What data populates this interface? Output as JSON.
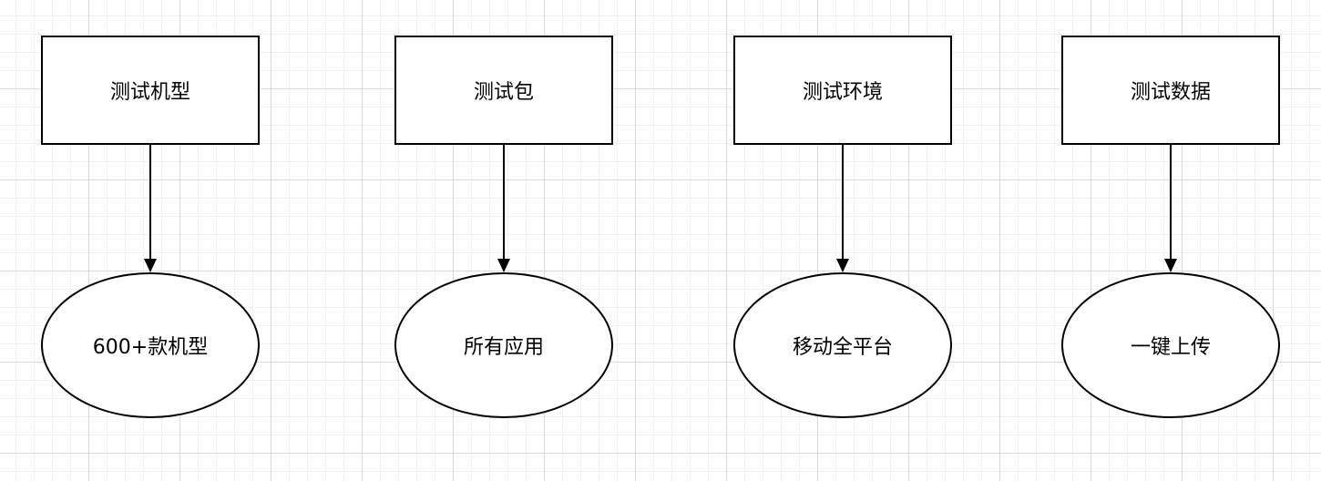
{
  "diagram": {
    "columns": [
      {
        "source": "测试机型",
        "target": "600+款机型"
      },
      {
        "source": "测试包",
        "target": "所有应用"
      },
      {
        "source": "测试环境",
        "target": "移动全平台"
      },
      {
        "source": "测试数据",
        "target": "一键上传"
      }
    ],
    "edges": [
      {
        "from": "测试机型",
        "to": "600+款机型"
      },
      {
        "from": "测试包",
        "to": "所有应用"
      },
      {
        "from": "测试环境",
        "to": "移动全平台"
      },
      {
        "from": "测试数据",
        "to": "一键上传"
      }
    ],
    "colors": {
      "stroke": "#000000",
      "fill": "#ffffff",
      "grid_major": "#d9d9d9",
      "grid_minor": "#f0f0f0"
    }
  }
}
